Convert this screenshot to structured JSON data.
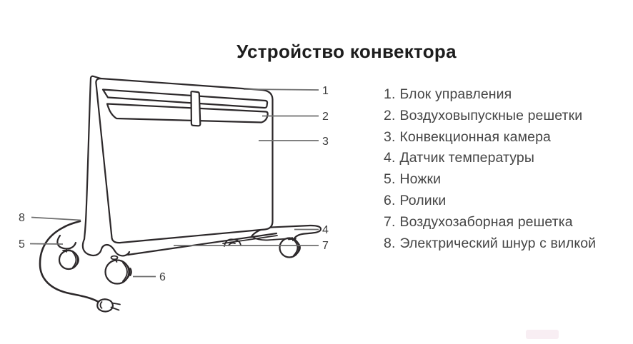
{
  "title": "Устройство конвектора",
  "legend": {
    "items": [
      {
        "number": "1.",
        "label": "Блок управления"
      },
      {
        "number": "2.",
        "label": "Воздуховыпускные решетки"
      },
      {
        "number": "3.",
        "label": "Конвекционная камера"
      },
      {
        "number": "4.",
        "label": "Датчик температуры"
      },
      {
        "number": "5.",
        "label": "Ножки"
      },
      {
        "number": "6.",
        "label": "Ролики"
      },
      {
        "number": "7.",
        "label": "Воздухозаборная решетка"
      },
      {
        "number": "8.",
        "label": "Электрический шнур с вилкой"
      }
    ]
  },
  "diagram": {
    "callouts": {
      "c1": "1",
      "c2": "2",
      "c3": "3",
      "c4": "4",
      "c5": "5",
      "c6": "6",
      "c7": "7",
      "c8": "8"
    }
  },
  "colors": {
    "background": "#ffffff",
    "line_art": "#2c282a",
    "callout_line": "#6e6e6e",
    "callout_number": "#3c3c3c",
    "title_text": "#1d1d1d",
    "legend_text": "#454545",
    "watermark_smudge": "#f8eef3"
  }
}
